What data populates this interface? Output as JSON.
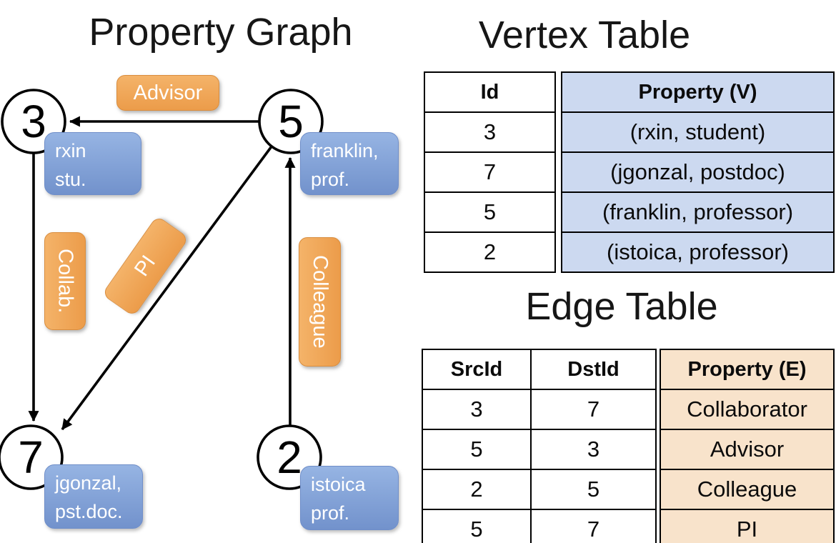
{
  "graph": {
    "title": "Property Graph",
    "nodes": [
      {
        "id": "3",
        "property": "rxin\nstu."
      },
      {
        "id": "5",
        "property": "franklin,\nprof."
      },
      {
        "id": "7",
        "property": "jgonzal,\npst.doc."
      },
      {
        "id": "2",
        "property": "istoica\nprof."
      }
    ],
    "edge_labels": [
      {
        "label": "Advisor"
      },
      {
        "label": "Collab."
      },
      {
        "label": "PI"
      },
      {
        "label": "Colleague"
      }
    ]
  },
  "vertex_table": {
    "title": "Vertex Table",
    "columns": {
      "id": "Id",
      "property": "Property (V)"
    },
    "rows": [
      {
        "id": "3",
        "property": "(rxin, student)"
      },
      {
        "id": "7",
        "property": "(jgonzal, postdoc)"
      },
      {
        "id": "5",
        "property": "(franklin, professor)"
      },
      {
        "id": "2",
        "property": "(istoica, professor)"
      }
    ]
  },
  "edge_table": {
    "title": "Edge Table",
    "columns": {
      "src": "SrcId",
      "dst": "DstId",
      "property": "Property (E)"
    },
    "rows": [
      {
        "src": "3",
        "dst": "7",
        "property": "Collaborator"
      },
      {
        "src": "5",
        "dst": "3",
        "property": "Advisor"
      },
      {
        "src": "2",
        "dst": "5",
        "property": "Colleague"
      },
      {
        "src": "5",
        "dst": "7",
        "property": "PI"
      }
    ]
  },
  "colors": {
    "edge_label_fill": "#f0a455",
    "vertex_property_fill": "#85a3d9",
    "vertex_table_cell_bg": "#ccd9f0",
    "edge_table_cell_bg": "#f8e3cb",
    "stroke": "#000000"
  }
}
